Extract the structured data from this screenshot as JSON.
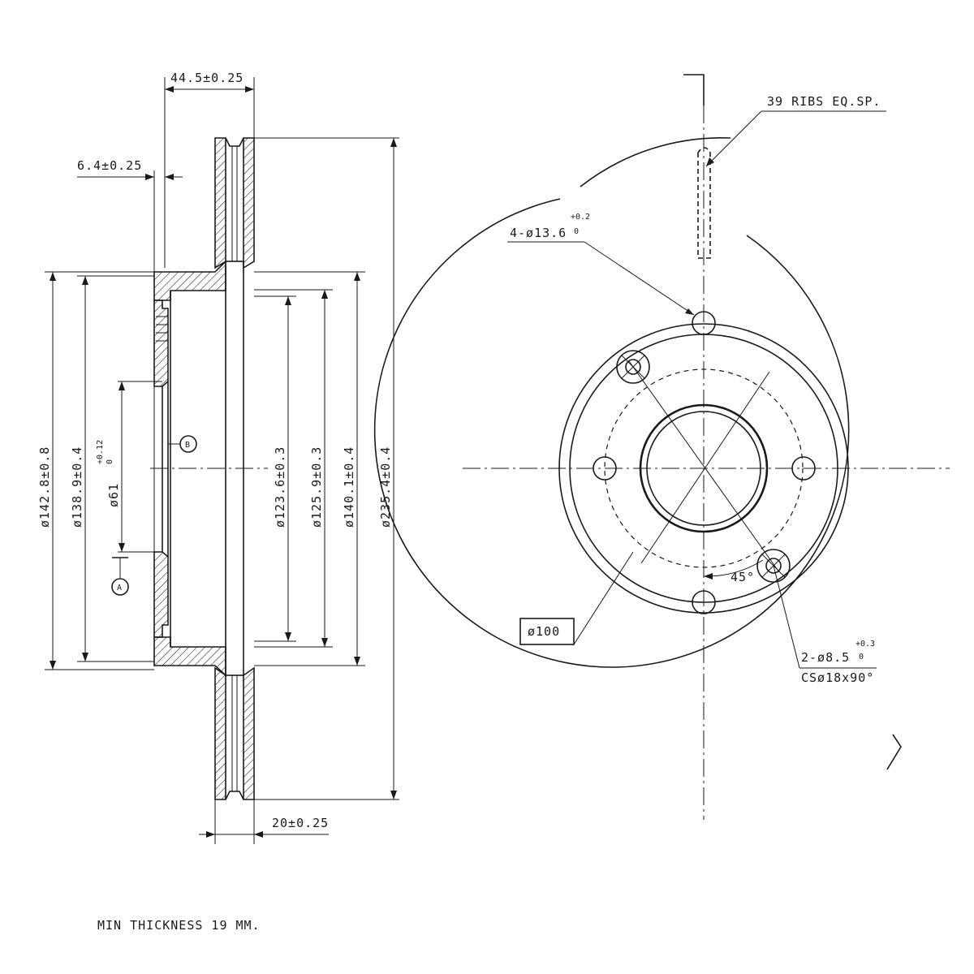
{
  "side_view": {
    "total_width": "44.5±0.25",
    "hat_thickness": "6.4±0.25",
    "rotor_thickness": "20±0.25",
    "dia_142": "ø142.8±0.8",
    "dia_138": "ø138.9±0.4",
    "dia_61": "ø61",
    "dia_61_tol_upper": "+0.12",
    "dia_61_tol_lower": "0",
    "dia_123": "ø123.6±0.3",
    "dia_125": "ø125.9±0.3",
    "dia_140": "ø140.1±0.4",
    "dia_235": "ø235.4±0.4",
    "mark_b": "B",
    "mark_a": "A"
  },
  "front_view": {
    "ribs": "39 RIBS EQ.SP.",
    "bolt_holes": "4-ø13.6",
    "bolt_tol_upper": "+0.2",
    "bolt_tol_lower": "0",
    "pcd": "ø100",
    "angle": "45°",
    "small_holes": "2-ø8.5",
    "small_tol_upper": "+0.3",
    "small_tol_lower": "0",
    "countersink": "CSø18x90°"
  },
  "note": "MIN THICKNESS 19 MM."
}
